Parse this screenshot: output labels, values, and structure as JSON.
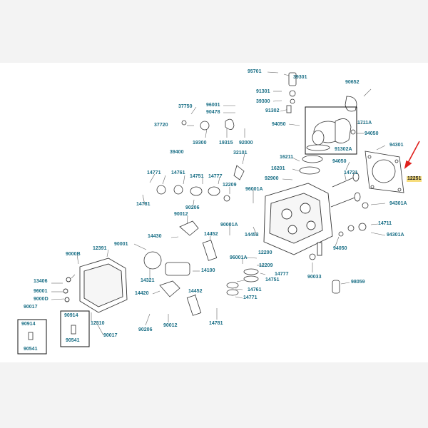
{
  "labels": {
    "l95701": "95701",
    "l39301": "39301",
    "l90652": "90652",
    "l91301": "91301",
    "l39300": "39300",
    "l91302": "91302",
    "l1711A": "1711A",
    "l94050a": "94050",
    "l94050b": "94050",
    "l91302A": "91302A",
    "l94301": "94301",
    "l12251": "12251",
    "l37750": "37750",
    "l96001a": "96001",
    "l90478": "90478",
    "l37720": "37720",
    "l19300": "19300",
    "l19315": "19315",
    "l92000": "92000",
    "l39400": "39400",
    "l32101": "32101",
    "l16211": "16211",
    "l94050c": "94050",
    "l16201": "16201",
    "l14721": "14721",
    "l92900": "92900",
    "l14771a": "14771",
    "l14761a": "14761",
    "l14751a": "14751",
    "l14777a": "14777",
    "l12209a": "12209",
    "l96001A_a": "96001A",
    "l14781a": "14781",
    "l90206a": "90206",
    "l90012a": "90012",
    "l90001A": "90001A",
    "l94301A": "94301A",
    "l14711": "14711",
    "l94301A_b": "94301A",
    "l14430": "14430",
    "l14452a": "14452",
    "l14453": "14453",
    "l12391": "12391",
    "l90001": "90001",
    "l9000B": "9000B",
    "l94050d": "94050",
    "l96001A_b": "96001A",
    "l12200": "12200",
    "l14321": "14321",
    "l14100": "14100",
    "l12209b": "12209",
    "l14777b": "14777",
    "l13406": "13406",
    "l14751b": "14751",
    "l90033": "90033",
    "l98059": "98059",
    "l96001b": "96001",
    "l9000D": "9000D",
    "l14761b": "14761",
    "l14420": "14420",
    "l14452b": "14452",
    "l14771b": "14771",
    "l90017a": "90017",
    "l12310": "12310",
    "l90914a": "90914",
    "l90914b": "90914",
    "l90206b": "90206",
    "l90012b": "90012",
    "l14781b": "14781",
    "l90017b": "90017",
    "l90541a": "90541",
    "l90541b": "90541"
  },
  "highlight": {
    "part": "12251",
    "color": "#f7dd7c",
    "arrow_color": "#e0201c"
  },
  "colors": {
    "label": "#1a6f86",
    "line": "#666666",
    "part_outline": "#333333"
  }
}
